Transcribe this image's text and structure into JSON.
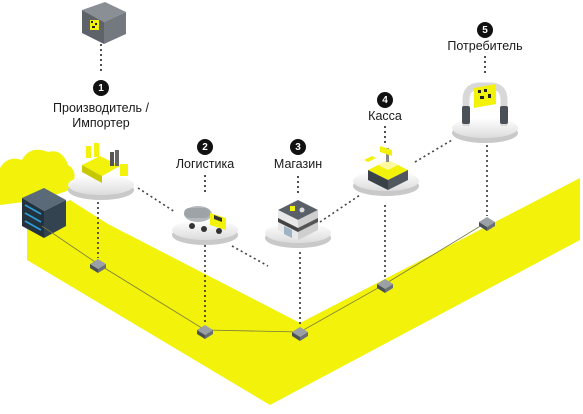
{
  "accent_color": "#f2f20a",
  "stages": [
    {
      "number": "1",
      "label_line1": "Производитель /",
      "label_line2": "Импортер",
      "icon": "factory-icon"
    },
    {
      "number": "2",
      "label": "Логистика",
      "icon": "truck-icon"
    },
    {
      "number": "3",
      "label": "Магазин",
      "icon": "store-icon"
    },
    {
      "number": "4",
      "label": "Касса",
      "icon": "cash-register-icon"
    },
    {
      "number": "5",
      "label": "Потребитель",
      "icon": "phone-scan-icon"
    }
  ],
  "icons": {
    "box": "box-with-datamatrix-icon",
    "server": "server-rack-icon",
    "cloud": "cloud-icon",
    "node": "network-node-icon"
  }
}
